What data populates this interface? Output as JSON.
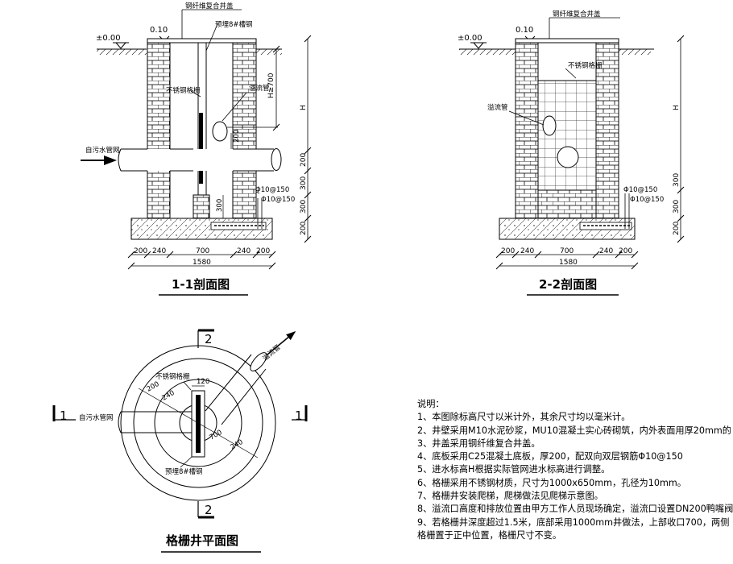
{
  "section_1": {
    "title": "1-1剖面图",
    "label_cover": "钢纤维复合井盖",
    "label_thickness": "0.10",
    "label_ground": "±0.00",
    "label_embedded_channel": "预埋8#槽钢",
    "label_grille": "不锈钢格栅",
    "label_overflow": "溢流管",
    "label_h700": "H≥700",
    "label_200_pipe": "200",
    "label_inlet": "自污水管网",
    "label_rebar_a": "Φ10@150",
    "label_rebar_b": "Φ10@150",
    "label_300_inner": "300",
    "dim_h": "H",
    "dim_200_a": "200",
    "dim_300_a": "300",
    "dim_300_b": "300",
    "dim_200_b": "200",
    "dims_bottom": [
      "200",
      "240",
      "700",
      "240",
      "200"
    ],
    "dim_total": "1580"
  },
  "section_2": {
    "title": "2-2剖面图",
    "label_cover": "钢纤维复合井盖",
    "label_thickness": "0.10",
    "label_ground": "±0.00",
    "label_grille": "不锈钢格栅",
    "label_overflow": "溢流管",
    "label_rebar_a": "Φ10@150",
    "label_rebar_b": "Φ10@150",
    "dim_h": "H",
    "dim_300_a": "300",
    "dim_300_b": "300",
    "dim_200_b": "200",
    "dims_bottom": [
      "200",
      "240",
      "700",
      "240",
      "200"
    ],
    "dim_total": "1580"
  },
  "plan": {
    "title": "格栅井平面图",
    "label_grille": "不锈钢格栅",
    "label_120": "120",
    "label_240": "240",
    "label_700": "700",
    "label_240_b": "240",
    "label_200": "200",
    "label_inlet": "自污水管网",
    "label_overflow": "溢流管",
    "label_channel": "预埋8#槽钢",
    "cut_1": "1",
    "cut_2": "2"
  },
  "notes": {
    "heading": "说明：",
    "items": [
      "1、本图除标高尺寸以米计外，其余尺寸均以毫米计。",
      "2、井壁采用M10水泥砂浆，MU10混凝土实心砖砌筑，内外表面用厚20mm的",
      "3、井盖采用钢纤维复合井盖。",
      "4、底板采用C25混凝土底板，厚200，配双向双层钢筋Φ10@150",
      "5、进水标高H根据实际管网进水标高进行调整。",
      "6、格栅采用不锈钢材质，尺寸为1000x650mm，孔径为10mm。",
      "7、格栅井安装爬梯，爬梯做法见爬梯示意图。",
      "8、溢流口高度和排放位置由甲方工作人员现场确定，溢流口设置DN200鸭嘴阀",
      "9、若格栅井深度超过1.5米，底部采用1000mm井做法，上部收口700，两侧",
      "   格栅置于正中位置，格栅尺寸不变。"
    ]
  }
}
